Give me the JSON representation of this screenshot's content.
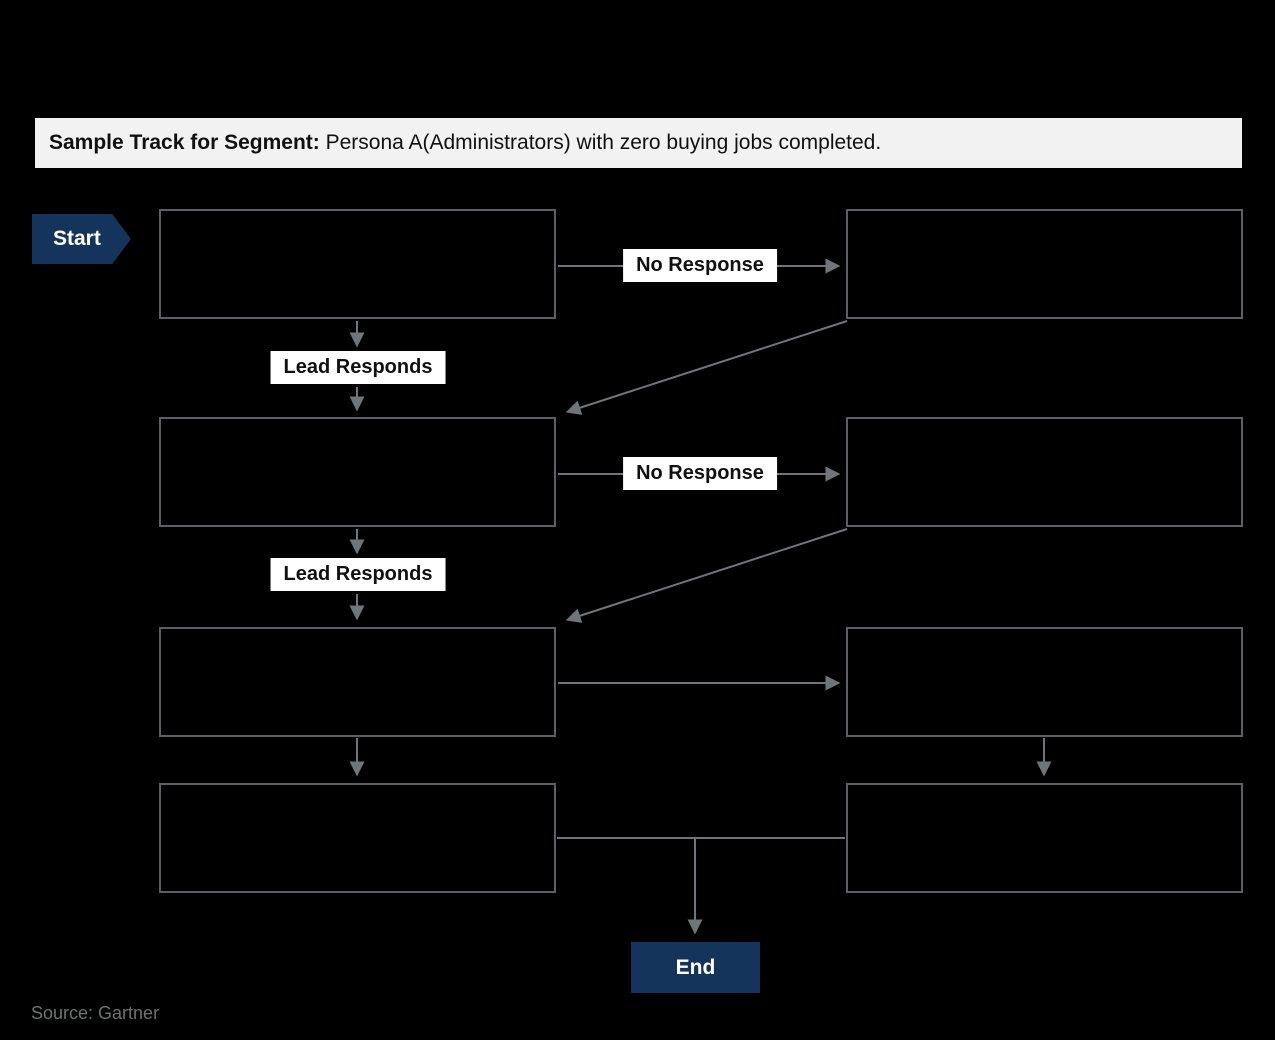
{
  "title": {
    "bold": "Sample Track for Segment:",
    "rest": " Persona A(Administrators) with zero buying jobs completed."
  },
  "start_label": "Start",
  "end_label": "End",
  "connector_labels": [
    {
      "id": "no-response-1",
      "text": "No Response"
    },
    {
      "id": "lead-responds-1",
      "text": "Lead Responds"
    },
    {
      "id": "no-response-2",
      "text": "No Response"
    },
    {
      "id": "lead-responds-2",
      "text": "Lead Responds"
    }
  ],
  "source": "Source: Gartner",
  "colors": {
    "background": "#000000",
    "navy_accent": "#15345c",
    "node_border": "#596164",
    "arrow": "#6e767a",
    "title_bar_bg": "#f2f2f2",
    "edge_label_bg": "#ffffff",
    "source_text": "#6d7373"
  }
}
